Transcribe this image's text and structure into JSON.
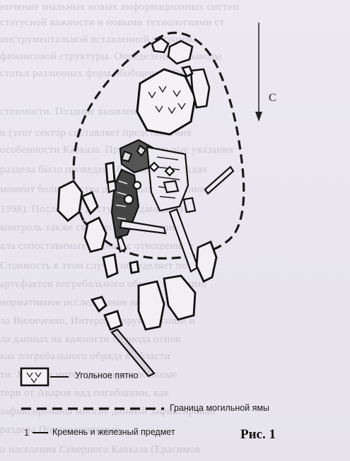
{
  "north": {
    "label": "С"
  },
  "legend": {
    "charcoal": "Угольное пятно",
    "pit": "Граница могильной ямы",
    "flint_number": "1",
    "flint": "Кремень и железный предмет"
  },
  "figure": {
    "caption": "Рис. 1"
  }
}
